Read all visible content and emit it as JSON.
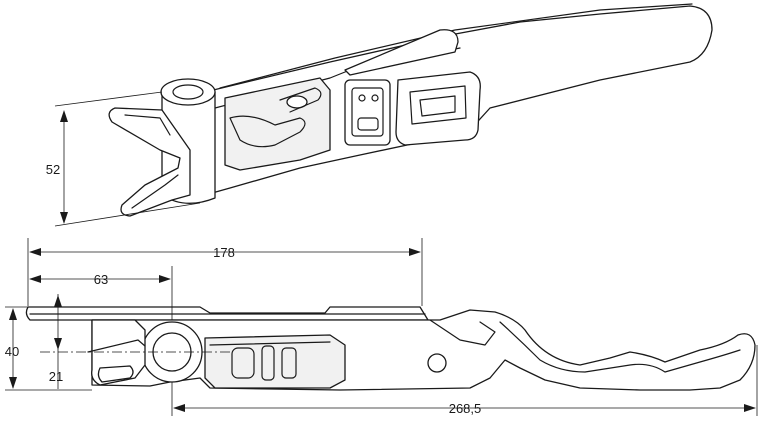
{
  "dimensions": {
    "height_iso": "52",
    "length_total_top": "178",
    "length_pivot": "63",
    "height_side": "40",
    "pivot_height": "21",
    "length_total_bottom": "268,5"
  },
  "colors": {
    "stroke": "#1a1a1a",
    "background": "#ffffff"
  }
}
